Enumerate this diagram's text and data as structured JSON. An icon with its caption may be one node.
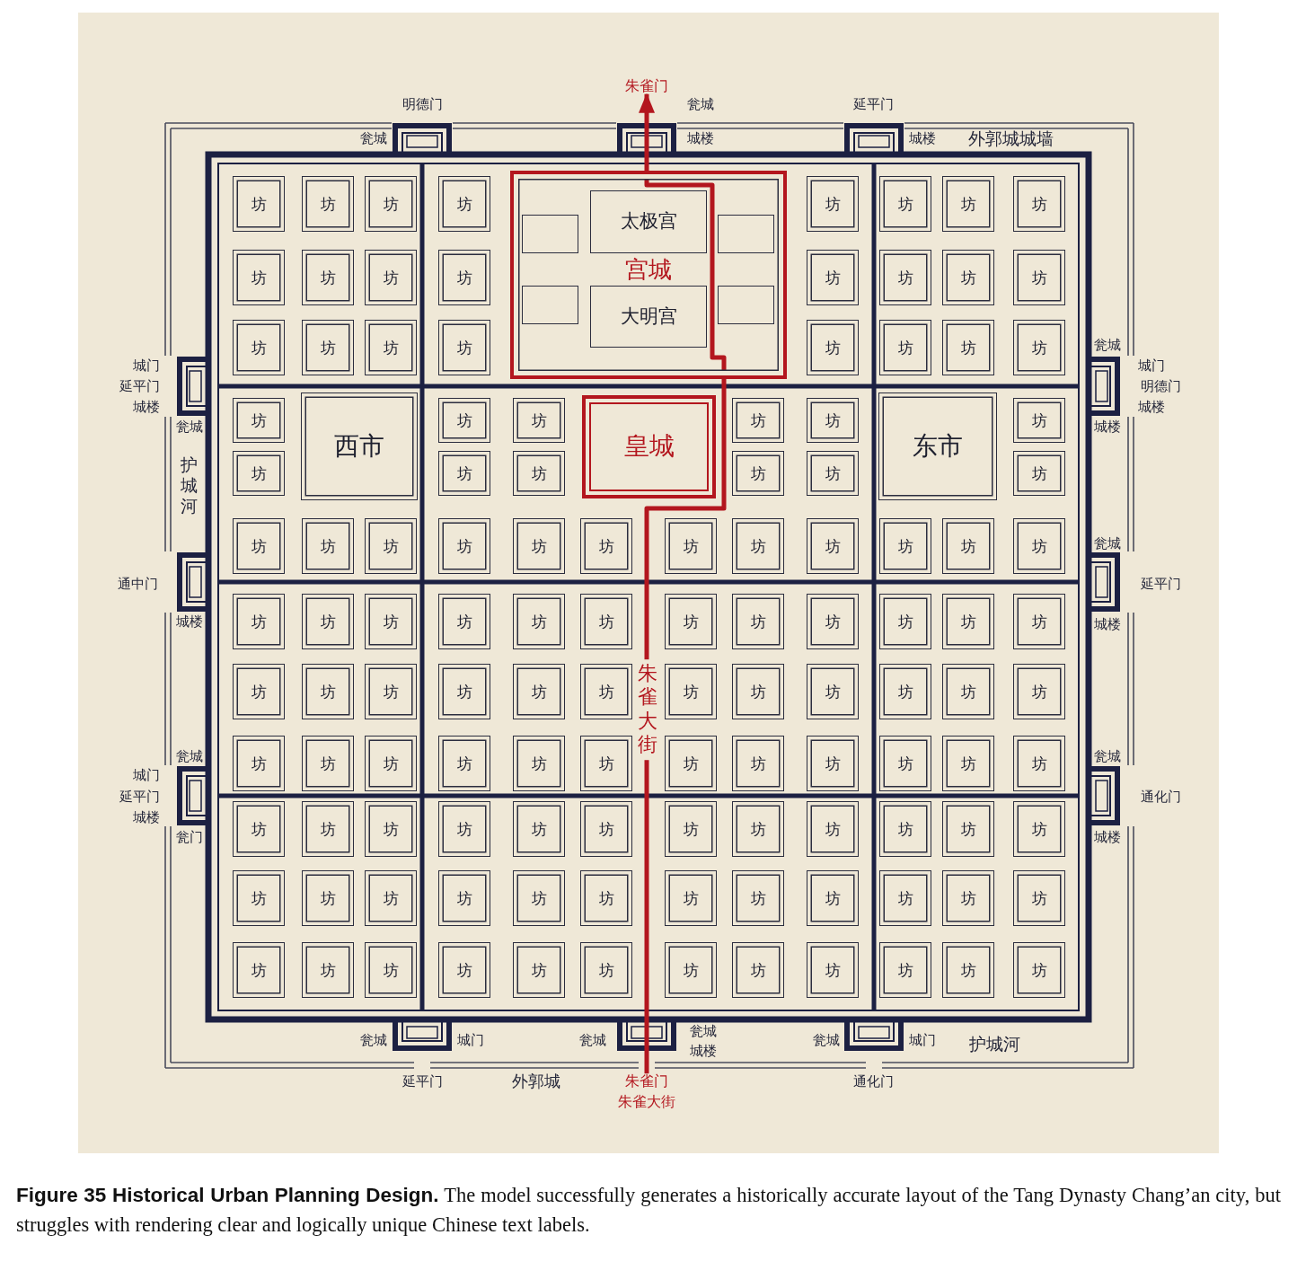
{
  "diagram": {
    "caption": "**Figure 35  Historical Urban Planning Design.** The model successfully generates a historically accurate layout of the Tang Dynasty Chang’an city, but struggles with rendering clear and logically unique Chinese text labels.",
    "nodes": [
      {
        "text": [
          "朱雀门"
        ]
      },
      {
        "text": [
          "坊"
        ]
      },
      {
        "text": [
          "坊"
        ]
      },
      {
        "text": [
          "坊"
        ]
      },
      {
        "text": [
          "坊"
        ]
      },
      {
        "text": [
          "宫城"
        ]
      },
      {
        "text": [],
        "shape": "box",
        "in": 5
      },
      {
        "text": [
          "太极宫"
        ],
        "in": 5
      },
      {
        "text": [],
        "shape": "box",
        "in": 5
      },
      {
        "text": [],
        "shape": "box",
        "in": 5
      },
      {
        "text": [
          "大明宫"
        ],
        "in": 5
      },
      {
        "text": [],
        "shape": "box",
        "in": 5
      },
      {
        "text": [
          "坊"
        ]
      },
      {
        "text": [
          "坊"
        ]
      },
      {
        "text": [
          "坊"
        ]
      },
      {
        "text": [
          "坊"
        ]
      },
      {
        "text": [
          "坊"
        ]
      },
      {
        "text": [
          "坊"
        ]
      },
      {
        "text": [
          "坊"
        ]
      },
      {
        "text": [
          "坊"
        ]
      },
      {
        "text": [
          "坊"
        ]
      },
      {
        "text": [
          "坊"
        ]
      },
      {
        "text": [
          "坊"
        ]
      },
      {
        "text": [
          "坊"
        ]
      },
      {
        "text": [
          "坊"
        ]
      },
      {
        "text": [
          "坊"
        ]
      },
      {
        "text": [
          "坊"
        ]
      },
      {
        "text": [
          "坊"
        ]
      },
      {
        "text": [
          "坊"
        ]
      },
      {
        "text": [
          "坊"
        ]
      },
      {
        "text": [
          "坊"
        ]
      },
      {
        "text": [
          "坊"
        ]
      },
      {
        "text": [
          "坊"
        ]
      },
      {
        "text": [
          "西市"
        ]
      },
      {
        "text": [
          "坊"
        ]
      },
      {
        "text": [
          "坊"
        ]
      },
      {
        "text": [
          "皇城"
        ]
      },
      {
        "text": [
          "坊"
        ]
      },
      {
        "text": [
          "坊"
        ]
      },
      {
        "text": [
          "东市"
        ]
      },
      {
        "text": [
          "坊"
        ]
      },
      {
        "text": [
          "坊"
        ]
      },
      {
        "text": [
          "坊"
        ]
      },
      {
        "text": [
          "坊"
        ]
      },
      {
        "text": [
          "坊"
        ]
      },
      {
        "text": [
          "坊"
        ]
      },
      {
        "text": [
          "坊"
        ]
      },
      {
        "text": [
          "坊"
        ]
      },
      {
        "text": [
          "坊"
        ]
      },
      {
        "text": [
          "坊"
        ]
      },
      {
        "text": [
          "坊"
        ]
      },
      {
        "text": [
          "坊"
        ]
      },
      {
        "text": [
          "坊"
        ]
      },
      {
        "text": [
          "坊"
        ]
      },
      {
        "text": [
          "坊"
        ]
      },
      {
        "text": [
          "坊"
        ]
      },
      {
        "text": [
          "坊"
        ]
      },
      {
        "text": [
          "坊"
        ]
      },
      {
        "text": [
          "坊"
        ]
      },
      {
        "text": [
          "坊"
        ]
      },
      {
        "text": [
          "坊"
        ]
      },
      {
        "text": [
          "坊"
        ]
      },
      {
        "text": [
          "坊"
        ]
      },
      {
        "text": [
          "坊"
        ]
      },
      {
        "text": [
          "坊"
        ]
      },
      {
        "text": [
          "坊"
        ]
      },
      {
        "text": [
          "坊"
        ]
      },
      {
        "text": [
          "坊"
        ]
      },
      {
        "text": [
          "坊"
        ]
      },
      {
        "text": [
          "坊"
        ]
      },
      {
        "text": [
          "坊"
        ]
      },
      {
        "text": [
          "坊"
        ]
      },
      {
        "text": [
          "坊"
        ]
      },
      {
        "text": [
          "坊"
        ]
      },
      {
        "text": [
          "坊"
        ]
      },
      {
        "text": [
          "坊"
        ]
      },
      {
        "text": [
          "坊"
        ]
      },
      {
        "text": [
          "坊"
        ]
      },
      {
        "text": [
          "坊"
        ]
      },
      {
        "text": [
          "坊"
        ]
      },
      {
        "text": [
          "坊"
        ]
      },
      {
        "text": [
          "坊"
        ]
      },
      {
        "text": [
          "坊"
        ]
      },
      {
        "text": [
          "坊"
        ]
      },
      {
        "text": [
          "坊"
        ]
      },
      {
        "text": [
          "坊"
        ]
      },
      {
        "text": [
          "坊"
        ]
      },
      {
        "text": [
          "坊"
        ]
      },
      {
        "text": [
          "坊"
        ]
      },
      {
        "text": [
          "坊"
        ]
      },
      {
        "text": [
          "坊"
        ]
      },
      {
        "text": [
          "坊"
        ]
      },
      {
        "text": [
          "坊"
        ]
      },
      {
        "text": [
          "坊"
        ]
      },
      {
        "text": [
          "坊"
        ]
      },
      {
        "text": [
          "坊"
        ]
      },
      {
        "text": [
          "坊"
        ]
      },
      {
        "text": [
          "坊"
        ]
      },
      {
        "text": [
          "坊"
        ]
      },
      {
        "text": [
          "坊"
        ]
      },
      {
        "text": [
          "坊"
        ]
      },
      {
        "text": [
          "坊"
        ]
      },
      {
        "text": [
          "坊"
        ]
      },
      {
        "text": [
          "坊"
        ]
      },
      {
        "text": [
          "坊"
        ]
      },
      {
        "text": [
          "坊"
        ]
      },
      {
        "text": [
          "坊"
        ]
      },
      {
        "text": [
          "坊"
        ]
      },
      {
        "text": [
          "坊"
        ]
      },
      {
        "text": [
          "坊"
        ]
      },
      {
        "text": [
          "坊"
        ]
      },
      {
        "text": [
          "坊"
        ]
      },
      {
        "text": [
          "坊"
        ]
      },
      {
        "text": [
          "坊"
        ]
      },
      {
        "text": [
          "坊"
        ]
      },
      {
        "text": [
          "坊"
        ]
      },
      {
        "text": [
          "坊"
        ]
      },
      {
        "text": [
          "坊"
        ]
      },
      {
        "text": [
          "坊"
        ]
      },
      {
        "text": [
          "坊"
        ]
      },
      {
        "text": [
          "坊"
        ]
      },
      {
        "text": [
          "坊"
        ]
      },
      {
        "text": [
          "坊"
        ]
      },
      {
        "text": [
          "坊"
        ]
      },
      {
        "text": [
          "坊"
        ]
      },
      {
        "text": [
          "坊"
        ]
      },
      {
        "text": [
          "坊"
        ]
      },
      {
        "text": [
          "坊"
        ]
      },
      {
        "text": [
          "坊"
        ]
      },
      {
        "text": [
          "坊"
        ]
      },
      {
        "text": [
          "坊"
        ]
      },
      {
        "text": [
          "朱雀门"
        ]
      }
    ],
    "edges": [
      {
        "from": 131,
        "to": 0,
        "arrow": "to"
      }
    ],
    "labels": [
      "明德门",
      "瓮城",
      "延平门",
      "瓮城",
      "城楼",
      "城楼",
      "外郭城城墙",
      "瓮城",
      "城门",
      "城门",
      "延平门",
      "明德门",
      "城楼",
      "城楼",
      "瓮城",
      "城楼",
      "护城河",
      "瓮城",
      "通中门",
      "延平门",
      "城楼",
      "城楼",
      "朱雀大街",
      "瓮城",
      "瓮城",
      "城门",
      "延平门",
      "通化门",
      "城楼",
      "瓮门",
      "城楼",
      "瓮城",
      "城门",
      "瓮城",
      "瓮城",
      "城楼",
      "瓮城",
      "城门",
      "护城河",
      "延平门",
      "外郭城",
      "通化门",
      "朱雀大街"
    ]
  }
}
